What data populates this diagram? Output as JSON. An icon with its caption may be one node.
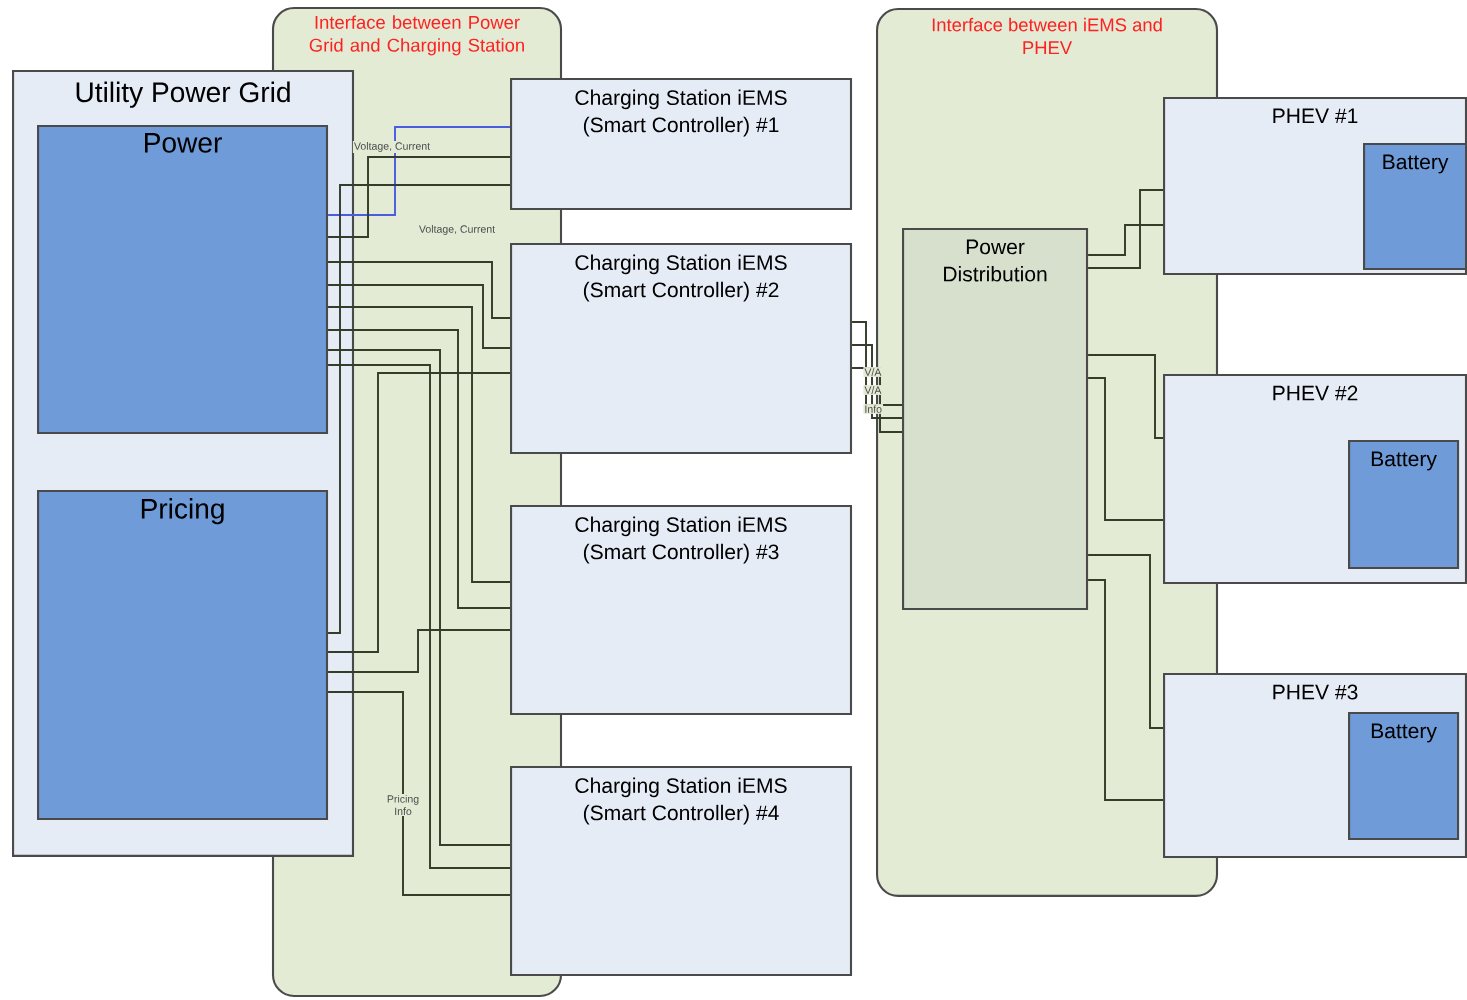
{
  "diagram": {
    "nodes": [
      {
        "text": [
          "Utility Power Grid"
        ]
      },
      {
        "text": [
          "Power"
        ],
        "in": 0
      },
      {
        "text": [
          "Pricing"
        ],
        "in": 0
      },
      {
        "text": [
          "Charging Station iEMS (Smart Controller) #1"
        ]
      },
      {
        "text": [
          "Charging Station iEMS (Smart Controller) #2"
        ]
      },
      {
        "text": [
          "Charging Station iEMS (Smart Controller) #3"
        ]
      },
      {
        "text": [
          "Charging Station iEMS (Smart Controller) #4"
        ]
      },
      {
        "text": [
          "Interface between iEMS and PHEV"
        ]
      },
      {
        "text": [
          "Power Distribution"
        ],
        "in": 7
      },
      {
        "text": [
          "PHEV #1"
        ]
      },
      {
        "text": [
          "Battery"
        ],
        "in": 9
      },
      {
        "text": [
          "PHEV #2"
        ]
      },
      {
        "text": [
          "Battery"
        ],
        "in": 11
      },
      {
        "text": [
          "PHEV #3"
        ]
      },
      {
        "text": [
          "Battery"
        ],
        "in": 13
      }
    ],
    "edges": [
      {
        "from": 1,
        "to": 3,
        "arrow": "none",
        "label": "Voltage, Current",
        "color": "#4a5ce0"
      },
      {
        "from": 1,
        "to": 3,
        "arrow": "none",
        "label": "Voltage, Current"
      },
      {
        "from": 1,
        "to": 4,
        "arrow": "none"
      },
      {
        "from": 1,
        "to": 4,
        "arrow": "none"
      },
      {
        "from": 1,
        "to": 5,
        "arrow": "none"
      },
      {
        "from": 1,
        "to": 5,
        "arrow": "none"
      },
      {
        "from": 1,
        "to": 6,
        "arrow": "none"
      },
      {
        "from": 1,
        "to": 6,
        "arrow": "none"
      },
      {
        "from": 2,
        "to": 3,
        "arrow": "none"
      },
      {
        "from": 2,
        "to": 4,
        "arrow": "none"
      },
      {
        "from": 2,
        "to": 5,
        "arrow": "none"
      },
      {
        "from": 2,
        "to": 6,
        "arrow": "none",
        "label": "Pricing Info"
      },
      {
        "from": 4,
        "to": 8,
        "arrow": "none",
        "label": "V/A"
      },
      {
        "from": 4,
        "to": 8,
        "arrow": "none",
        "label": "V/A"
      },
      {
        "from": 4,
        "to": 8,
        "arrow": "none",
        "label": "Info"
      },
      {
        "from": 8,
        "to": 9,
        "arrow": "none"
      },
      {
        "from": 8,
        "to": 9,
        "arrow": "none"
      },
      {
        "from": 8,
        "to": 11,
        "arrow": "none"
      },
      {
        "from": 8,
        "to": 11,
        "arrow": "none"
      },
      {
        "from": 8,
        "to": 13,
        "arrow": "none"
      },
      {
        "from": 8,
        "to": 13,
        "arrow": "none"
      }
    ],
    "labels": [
      "Interface between Power Grid and Charging Station"
    ]
  }
}
